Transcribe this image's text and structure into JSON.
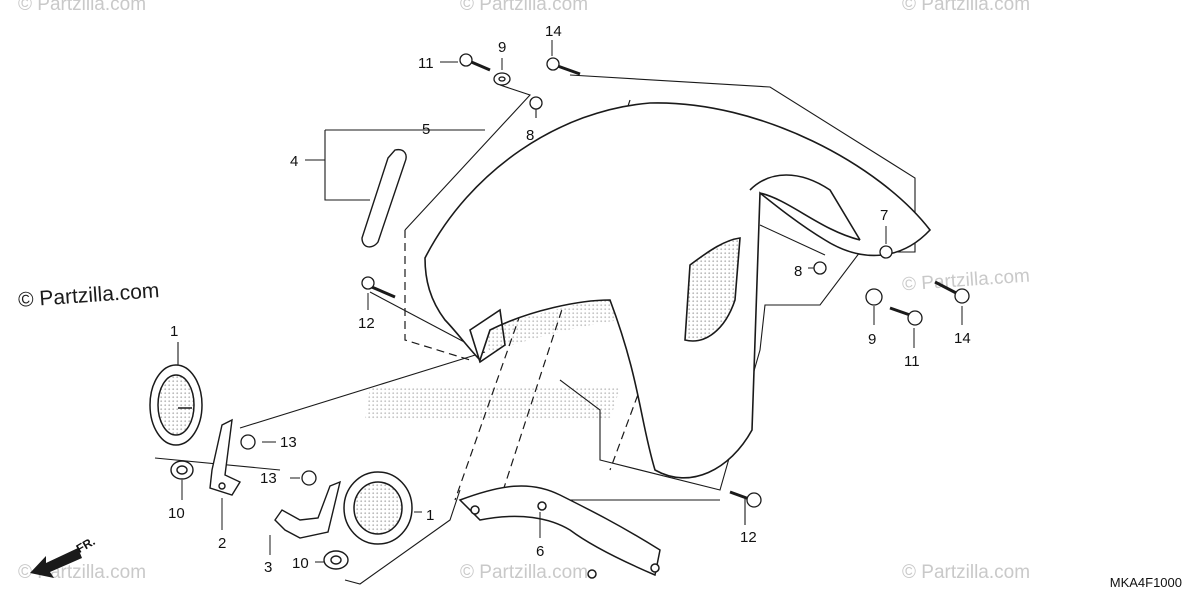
{
  "watermarks": {
    "text": "© Partzilla.com",
    "positions": [
      {
        "id": "wm-top-left"
      },
      {
        "id": "wm-top-center"
      },
      {
        "id": "wm-top-right"
      },
      {
        "id": "wm-mid-right"
      },
      {
        "id": "wm-bottom-left"
      },
      {
        "id": "wm-bottom-center"
      },
      {
        "id": "wm-bottom-right"
      }
    ]
  },
  "main_watermark": "© Partzilla.com",
  "diagram_code": "MKA4F1000",
  "direction_label": "FR.",
  "callouts": {
    "c1a": "1",
    "c1b": "1",
    "c2": "2",
    "c3": "3",
    "c4": "4",
    "c5": "5",
    "c6": "6",
    "c7": "7",
    "c8a": "8",
    "c8b": "8",
    "c9a": "9",
    "c9b": "9",
    "c10a": "10",
    "c10b": "10",
    "c11a": "11",
    "c11b": "11",
    "c12a": "12",
    "c12b": "12",
    "c13a": "13",
    "c13b": "13",
    "c14a": "14",
    "c14b": "14"
  },
  "colors": {
    "line": "#1a1a1a",
    "watermark": "#c9c9c9",
    "logo_dots": "#b9b9b9"
  }
}
